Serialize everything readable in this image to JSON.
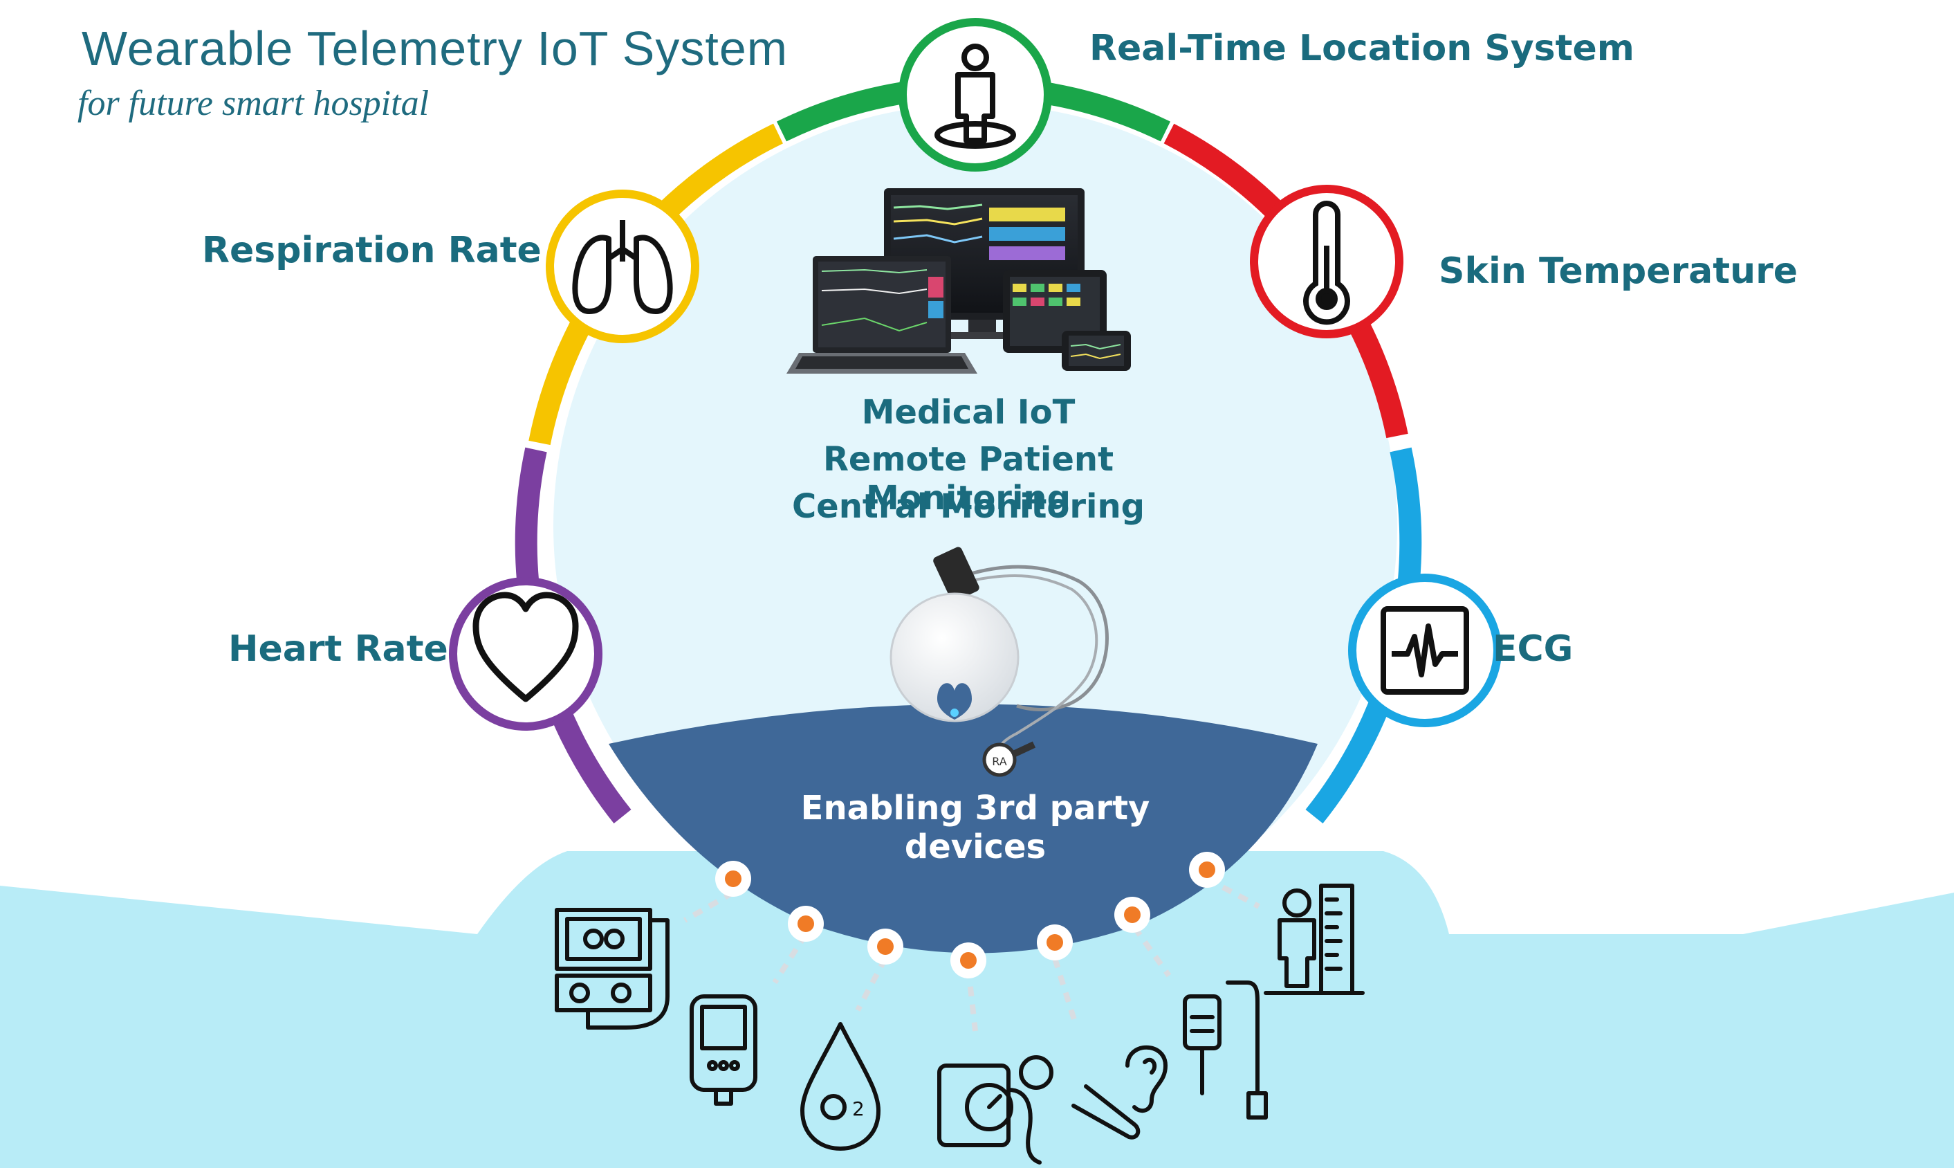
{
  "header": {
    "title": "Wearable Telemetry IoT System",
    "subtitle": "for future smart hospital"
  },
  "ring_labels": {
    "rtls": "Real-Time Location System",
    "skin_temperature": "Skin Temperature",
    "respiration_rate": "Respiration Rate",
    "heart_rate": "Heart Rate",
    "ecg": "ECG"
  },
  "center": {
    "line1": "Medical IoT",
    "line2": "Remote Patient Monitoring",
    "line3": "Central Monitoring"
  },
  "third_party": {
    "label": "Enabling 3rd party devices"
  },
  "colors": {
    "title": "#1f6b7f",
    "label": "#1a6b7e",
    "green": "#1aa64a",
    "red": "#e31b23",
    "blue": "#1aa6e3",
    "purple": "#7b3fa0",
    "yellow": "#f6c400",
    "navy": "#3f6898",
    "light_blue": "#b8ecf7",
    "inner": "#e4f6fc",
    "orange_dot": "#f07b26"
  },
  "icons": {
    "rtls": "person-location-icon",
    "skin_temperature": "thermometer-icon",
    "respiration_rate": "lungs-icon",
    "heart_rate": "heart-icon",
    "ecg": "ecg-monitor-icon",
    "devices": [
      "ultrasound-machine-icon",
      "glucometer-icon",
      "oxygen-drop-icon",
      "blood-pressure-cuff-icon",
      "ear-thermometer-icon",
      "iv-drip-icon",
      "height-scale-icon"
    ]
  }
}
